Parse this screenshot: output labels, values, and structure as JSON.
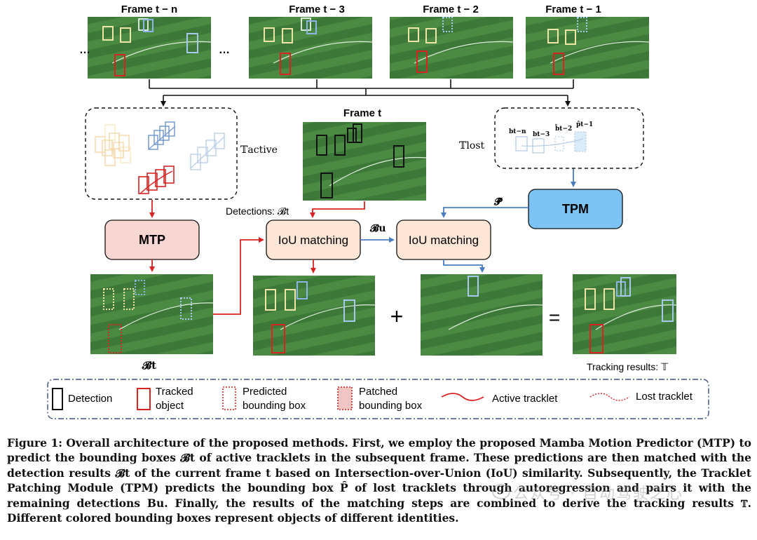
{
  "frames": {
    "tn": "Frame t − n",
    "t3": "Frame t − 3",
    "t2": "Frame t − 2",
    "t1": "Frame t − 1",
    "t": "Frame t",
    "ellipsis": "…"
  },
  "modules": {
    "mtp": "MTP",
    "tpm": "TPM",
    "iou1": "IoU matching",
    "iou2": "IoU matching"
  },
  "labels": {
    "t_active": "𝕋active",
    "t_lost": "𝕋lost",
    "detections": "Detections: 𝓑t",
    "b_u": "𝓑u",
    "p_hat": "𝓟̂",
    "b_hat": "𝓑̂t",
    "plus": "+",
    "equals": "=",
    "tracking_results": "Tracking results: 𝕋",
    "lost_b1": "bt−n",
    "lost_b2": "bt−3",
    "lost_b3": "b̂t−2",
    "lost_b4": "p̂t−1"
  },
  "legend": [
    {
      "name": "legend-detection",
      "label": "Detection"
    },
    {
      "name": "legend-tracked-object",
      "label": "Tracked object"
    },
    {
      "name": "legend-predicted-box",
      "label": "Predicted bounding box"
    },
    {
      "name": "legend-patched-box",
      "label": "Patched bounding box"
    },
    {
      "name": "legend-active-tracklet",
      "label": "Active tracklet"
    },
    {
      "name": "legend-lost-tracklet",
      "label": "Lost tracklet"
    }
  ],
  "colors": {
    "red": "#d92323",
    "blue": "#4a7cc4",
    "module_pink": "#f8d7d2",
    "module_peach": "#fde6d6",
    "module_blue": "#7cc2f2",
    "pitch": "#3f7a3a",
    "yellow_box": "#efe5a6"
  },
  "caption": "Figure 1: Overall architecture of the proposed methods. First, we employ the proposed Mamba Motion Predictor (MTP) to predict the bounding boxes 𝓑̂t of active tracklets in the subsequent frame. These predictions are then matched with the detection results 𝓑t of the current frame t based on Intersection-over-Union (IoU) similarity. Subsequently, the Tracklet Patching Module (TPM) predicts the bounding box P̂ of lost tracklets through autoregression and pairs it with the remaining detections Bu. Finally, the results of the matching steps are combined to derive the tracking results 𝕋. Different colored bounding boxes represent objects of different identities.",
  "watermark": "公众号 · 自动驾驶之心"
}
